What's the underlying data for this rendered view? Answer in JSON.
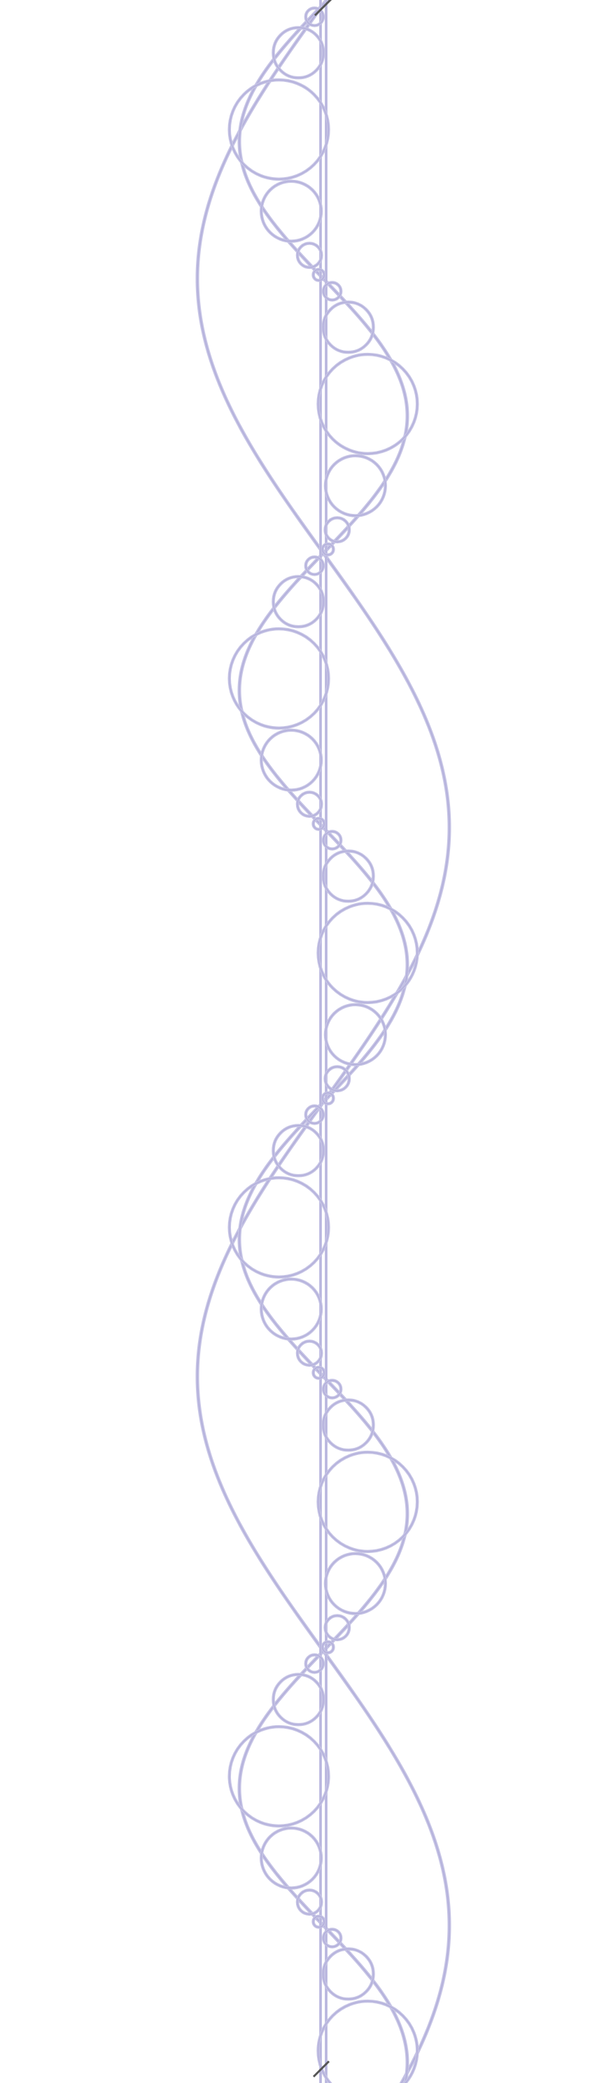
{
  "diagram": {
    "colors": {
      "background": "#ffffff",
      "stroke": "#c4c2e4",
      "stroke_inner": "#aeaad8",
      "edge_shadow": "#555555"
    },
    "axis": {
      "double_line": true
    },
    "small_wave": {
      "half_periods": 8,
      "initial_side": "left",
      "amplitude": 120
    },
    "large_wave": {
      "half_periods": 4,
      "initial_side": "left",
      "amplitude": 180
    },
    "circle_chain": {
      "relative_radii": [
        0.12,
        0.32,
        0.62,
        0.38,
        0.16,
        0.08
      ],
      "note_side": "alternating"
    }
  }
}
